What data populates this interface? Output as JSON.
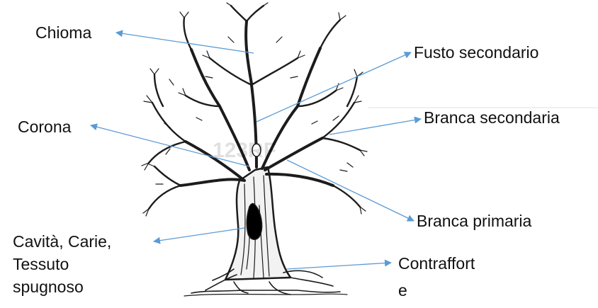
{
  "labels": {
    "chioma": "Chioma",
    "fusto_secondario": "Fusto secondario",
    "corona": "Corona",
    "branca_secondaria": "Branca secondaria",
    "branca_primaria": "Branca primaria",
    "cavita_line1": "Cavità, Carie,",
    "cavita_line2": "Tessuto",
    "cavita_line3": "spugnoso",
    "contrafforte_line1": "Contraffort",
    "contrafforte_line2": "e"
  },
  "watermark": "123RF",
  "colors": {
    "arrow": "#5b9bd5",
    "text": "#111111",
    "tree_ink": "#1a1a1a",
    "background": "#ffffff"
  }
}
